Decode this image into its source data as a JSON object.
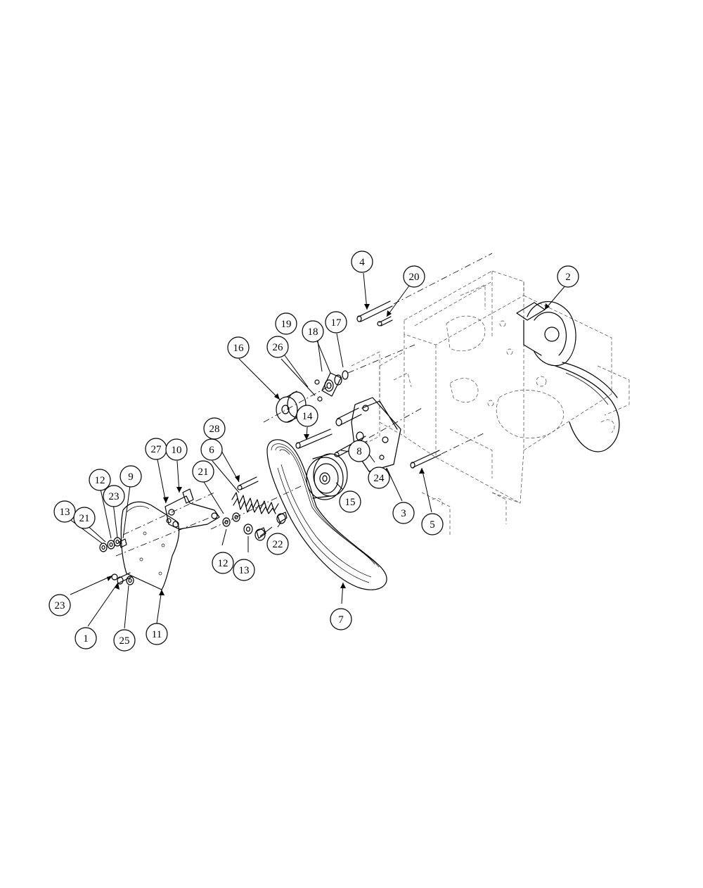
{
  "callouts": [
    {
      "id": "c4",
      "label": "4"
    },
    {
      "id": "c20",
      "label": "20"
    },
    {
      "id": "c2",
      "label": "2"
    },
    {
      "id": "c19",
      "label": "19"
    },
    {
      "id": "c18",
      "label": "18"
    },
    {
      "id": "c17",
      "label": "17"
    },
    {
      "id": "c16",
      "label": "16"
    },
    {
      "id": "c26",
      "label": "26"
    },
    {
      "id": "c14",
      "label": "14"
    },
    {
      "id": "c28",
      "label": "28"
    },
    {
      "id": "c27",
      "label": "27"
    },
    {
      "id": "c10",
      "label": "10"
    },
    {
      "id": "c6",
      "label": "6"
    },
    {
      "id": "c21a",
      "label": "21"
    },
    {
      "id": "c8",
      "label": "8"
    },
    {
      "id": "c24",
      "label": "24"
    },
    {
      "id": "c15",
      "label": "15"
    },
    {
      "id": "c3",
      "label": "3"
    },
    {
      "id": "c5",
      "label": "5"
    },
    {
      "id": "c12a",
      "label": "12"
    },
    {
      "id": "c9",
      "label": "9"
    },
    {
      "id": "c23a",
      "label": "23"
    },
    {
      "id": "c13a",
      "label": "13"
    },
    {
      "id": "c21b",
      "label": "21"
    },
    {
      "id": "c12b",
      "label": "12"
    },
    {
      "id": "c13b",
      "label": "13"
    },
    {
      "id": "c22",
      "label": "22"
    },
    {
      "id": "c23b",
      "label": "23"
    },
    {
      "id": "c1",
      "label": "1"
    },
    {
      "id": "c25",
      "label": "25"
    },
    {
      "id": "c11",
      "label": "11"
    },
    {
      "id": "c7",
      "label": "7"
    }
  ]
}
